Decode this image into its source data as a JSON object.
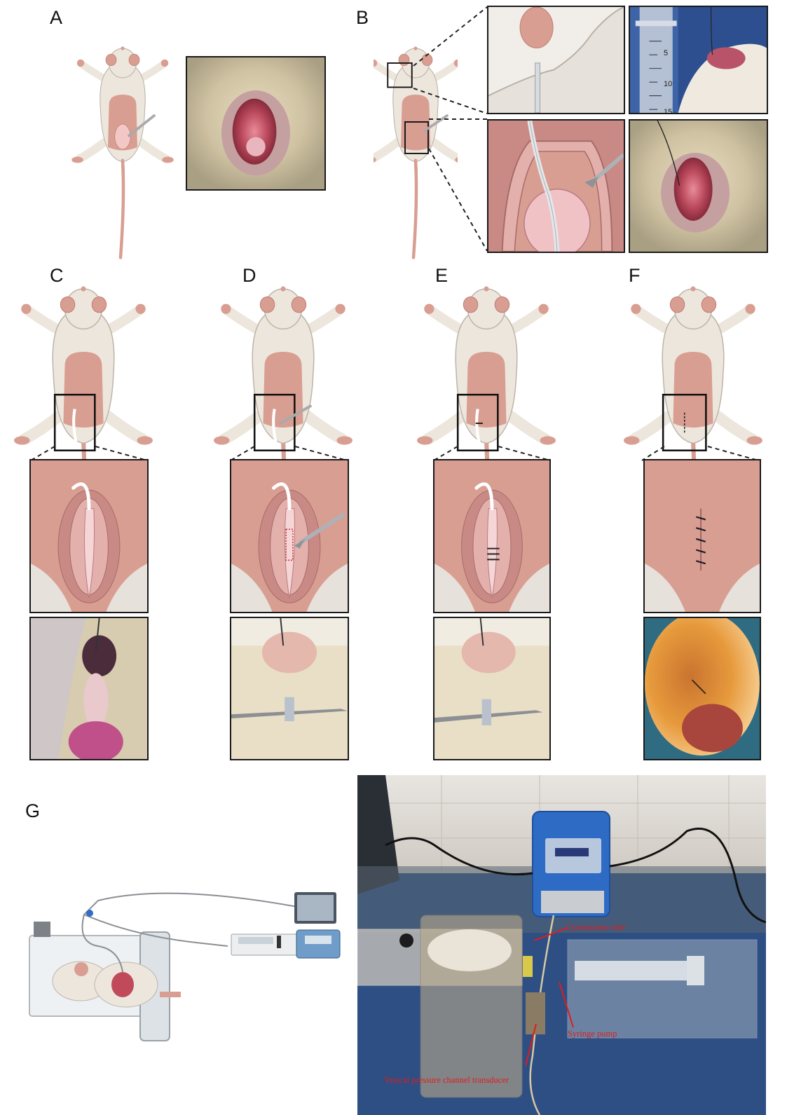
{
  "panels": {
    "a": "A",
    "b": "B",
    "c": "C",
    "d": "D",
    "e": "E",
    "f": "F",
    "g": "G"
  },
  "photo_annotations": {
    "cystostomy_tube": "Cystostomy tube",
    "syringe_pump": "Syringe pump",
    "transducer": "Vesical pressure channel transducer"
  },
  "syringe_scale": [
    "5",
    "10",
    "15"
  ],
  "colors": {
    "fur": "#ede6dc",
    "fur_edge": "#bdb5aa",
    "skin": "#d99e92",
    "skin_dark": "#bf7c70",
    "tissue": "#c96f73",
    "annotation": "#e31b1b"
  }
}
